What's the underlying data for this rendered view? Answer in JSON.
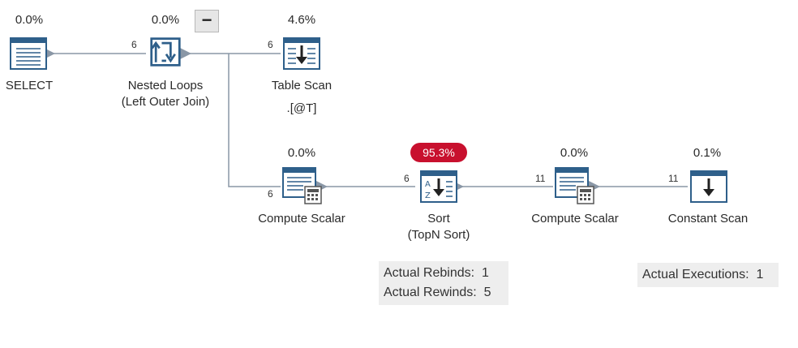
{
  "collapse_label": "−",
  "nodes": {
    "select": {
      "pct": "0.0%",
      "label1": "SELECT",
      "label2": "",
      "icon": "select-icon"
    },
    "nested_loops": {
      "pct": "0.0%",
      "label1": "Nested Loops",
      "label2": "(Left Outer Join)",
      "icon": "nested-loops-icon"
    },
    "table_scan": {
      "pct": "4.6%",
      "label1": "Table Scan",
      "label2": ".[@T]",
      "icon": "table-scan-icon"
    },
    "compute_scalar_1": {
      "pct": "0.0%",
      "label1": "Compute Scalar",
      "label2": "",
      "icon": "compute-scalar-icon"
    },
    "sort": {
      "pct": "95.3%",
      "label1": "Sort",
      "label2": "(TopN Sort)",
      "icon": "sort-icon"
    },
    "compute_scalar_2": {
      "pct": "0.0%",
      "label1": "Compute Scalar",
      "label2": "",
      "icon": "compute-scalar-icon"
    },
    "constant_scan": {
      "pct": "0.1%",
      "label1": "Constant Scan",
      "label2": "",
      "icon": "constant-scan-icon"
    }
  },
  "edges": {
    "nl_to_select": "6",
    "ts_to_nl": "6",
    "cs1_to_nl": "6",
    "sort_to_cs1": "6",
    "cs2_to_sort": "11",
    "const_to_cs2": "11"
  },
  "sort_stats": [
    {
      "label": "Actual Rebinds:",
      "value": "1"
    },
    {
      "label": "Actual Rewinds:",
      "value": "5"
    }
  ],
  "const_stats": [
    {
      "label": "Actual Executions:",
      "value": "1"
    }
  ],
  "colors": {
    "arrow": "#8a97a6",
    "icon_blue": "#2e5f8a",
    "hot": "#c8102e"
  }
}
